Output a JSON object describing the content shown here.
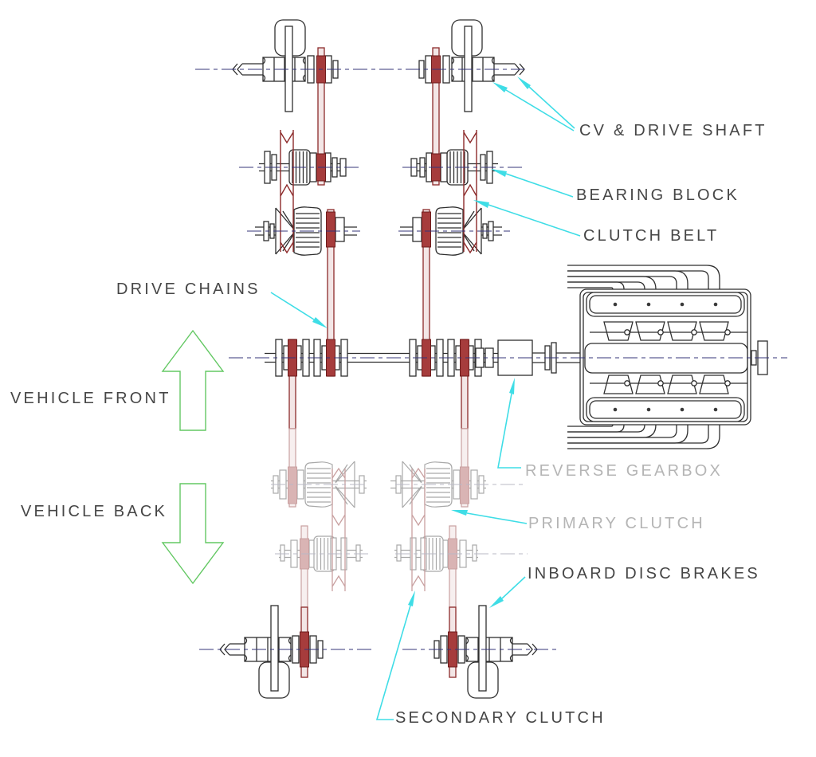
{
  "diagram": {
    "kind": "CAD drivetrain schematic, top view",
    "annotations": {
      "cv_drive_shaft": "CV & DRIVE SHAFT",
      "bearing_block": "BEARING BLOCK",
      "clutch_belt": "CLUTCH BELT",
      "drive_chains": "DRIVE CHAINS",
      "vehicle_front": "VEHICLE FRONT",
      "vehicle_back": "VEHICLE BACK",
      "reverse_gearbox": "REVERSE GEARBOX",
      "primary_clutch": "PRIMARY CLUTCH",
      "inboard_disc_brakes": "INBOARD DISC BRAKES",
      "secondary_clutch": "SECONDARY CLUTCH"
    },
    "colors": {
      "linework": "#2f2f2f",
      "faded_linework": "#a9a9a9",
      "chain_red": "#8d2b2b",
      "chain_fill": "#f3e6e6",
      "sprocket_red": "#a63c3c",
      "sprocket_dark": "#6e1d1d",
      "faded_red": "#c9a0a0",
      "faded_red_fill": "#f7efef",
      "faded_disc": "#d9b4b4",
      "centerline_navy": "#34347a",
      "centerline_faded": "#b9b9c6",
      "leader_cyan": "#3fdde6",
      "arrow_green": "#63c863",
      "label_dark": "#464646",
      "label_faded": "#b5b5b5",
      "background": "#ffffff"
    }
  }
}
